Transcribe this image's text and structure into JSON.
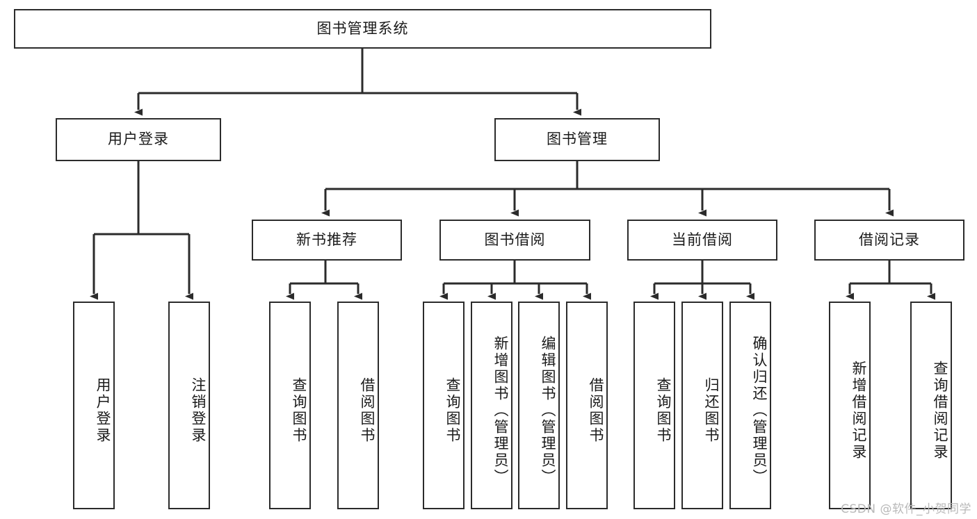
{
  "diagram": {
    "title": "图书管理系统",
    "type": "hierarchy-tree",
    "orientation": "top-down",
    "line_color": "#2b2b2b",
    "box_fill": "#ffffff",
    "text_color": "#1a1a1a",
    "levels": [
      {
        "level": 1,
        "nodes": [
          {
            "id": "root",
            "label": "图书管理系统",
            "orientation": "horizontal"
          }
        ]
      },
      {
        "level": 2,
        "nodes": [
          {
            "id": "login",
            "label": "用户登录",
            "orientation": "horizontal"
          },
          {
            "id": "bookmgmt",
            "label": "图书管理",
            "orientation": "horizontal"
          }
        ]
      },
      {
        "level": 3,
        "nodes": [
          {
            "id": "newbook",
            "label": "新书推荐",
            "orientation": "horizontal"
          },
          {
            "id": "borrow",
            "label": "图书借阅",
            "orientation": "horizontal"
          },
          {
            "id": "current",
            "label": "当前借阅",
            "orientation": "horizontal"
          },
          {
            "id": "records",
            "label": "借阅记录",
            "orientation": "horizontal"
          }
        ]
      },
      {
        "level": 4,
        "nodes": [
          {
            "id": "leaf1",
            "label": "用户登录",
            "orientation": "vertical",
            "parent": "login"
          },
          {
            "id": "leaf2",
            "label": "注销登录",
            "orientation": "vertical",
            "parent": "login"
          },
          {
            "id": "leaf3",
            "label": "查询图书",
            "orientation": "vertical",
            "parent": "newbook"
          },
          {
            "id": "leaf4",
            "label": "借阅图书",
            "orientation": "vertical",
            "parent": "newbook"
          },
          {
            "id": "leaf5",
            "label": "查询图书",
            "orientation": "vertical",
            "parent": "borrow"
          },
          {
            "id": "leaf6",
            "label": "新增图书（管理员）",
            "orientation": "vertical",
            "parent": "borrow"
          },
          {
            "id": "leaf7",
            "label": "编辑图书（管理员）",
            "orientation": "vertical",
            "parent": "borrow"
          },
          {
            "id": "leaf8",
            "label": "借阅图书",
            "orientation": "vertical",
            "parent": "borrow"
          },
          {
            "id": "leaf9",
            "label": "查询图书",
            "orientation": "vertical",
            "parent": "current"
          },
          {
            "id": "leaf10",
            "label": "归还图书",
            "orientation": "vertical",
            "parent": "current"
          },
          {
            "id": "leaf11",
            "label": "确认归还（管理员）",
            "orientation": "vertical",
            "parent": "current"
          },
          {
            "id": "leaf12",
            "label": "新增借阅记录",
            "orientation": "vertical",
            "parent": "records"
          },
          {
            "id": "leaf13",
            "label": "查询借阅记录",
            "orientation": "vertical",
            "parent": "records"
          }
        ]
      }
    ]
  },
  "watermark": {
    "text": "CSDN @软件_小贺同学"
  }
}
